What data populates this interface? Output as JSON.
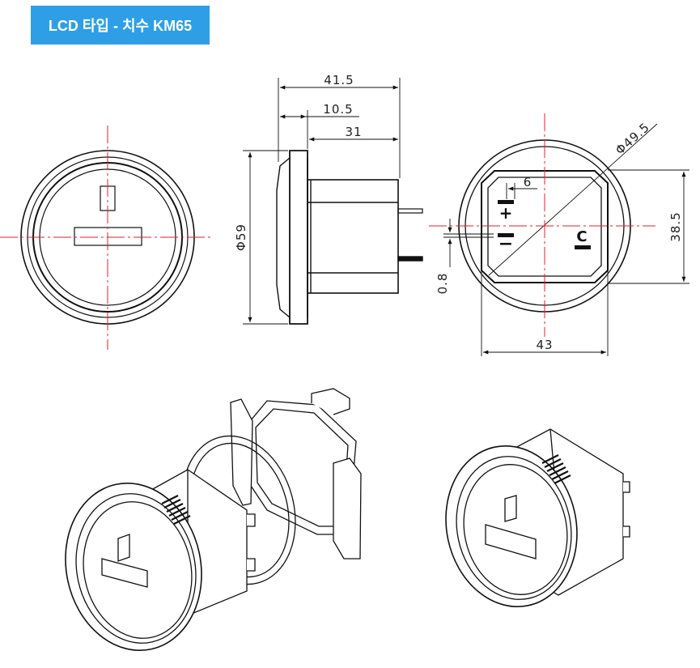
{
  "header": {
    "title": "LCD 타입 - 치수 KM65"
  },
  "dimensions": {
    "depth_total": "41.5",
    "bezel_depth": "10.5",
    "body_depth": "31",
    "outer_diameter": "Φ59",
    "cutout_diameter": "Φ49.5",
    "terminal_pitch": "6",
    "height": "38.5",
    "terminal_thickness": "0.8",
    "width": "43"
  },
  "terminal_symbols": {
    "plus": "+",
    "minus": "−",
    "common": "C"
  },
  "colors": {
    "badge": "#2e9fe6",
    "centerline": "#e0202a",
    "line": "#111111"
  }
}
